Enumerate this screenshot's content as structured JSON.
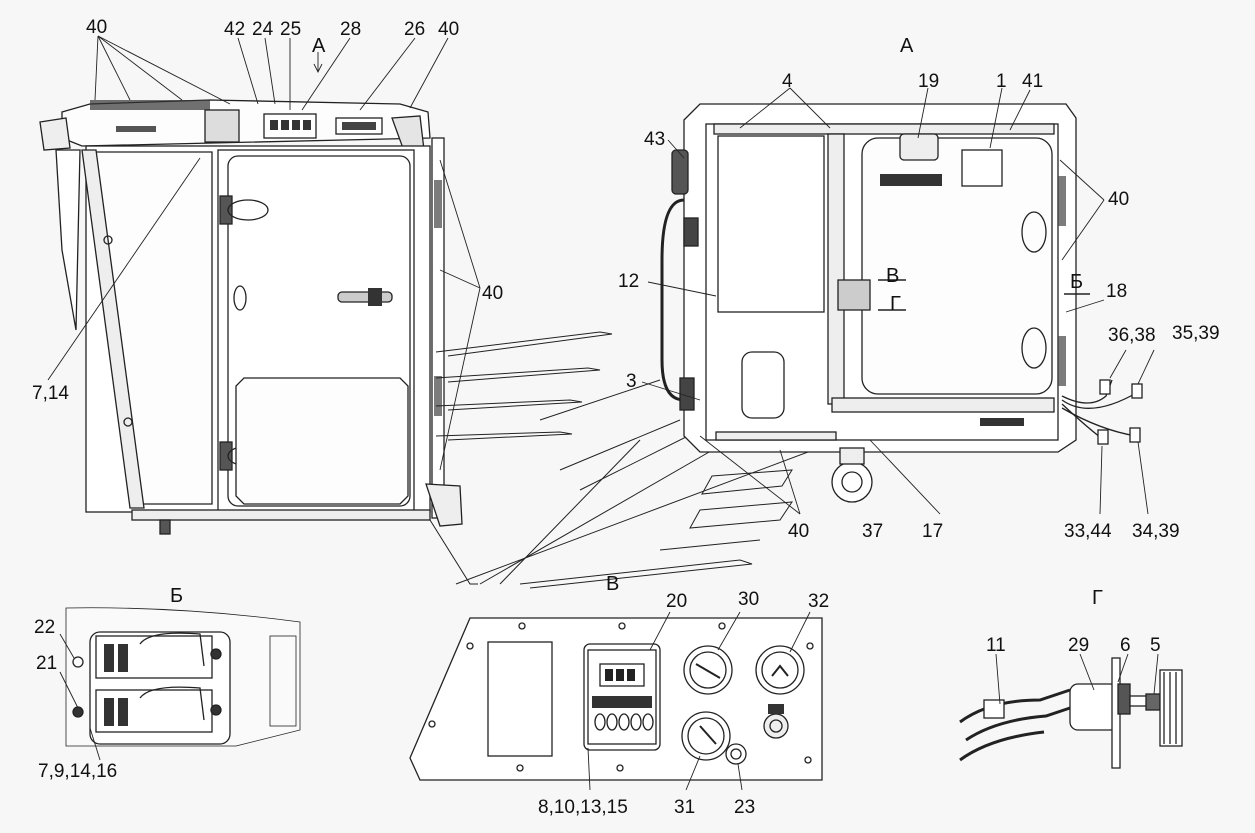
{
  "diagram": {
    "view_labels": {
      "view_a_arrow": "А",
      "view_a": "А",
      "view_b": "Б",
      "view_v": "В",
      "view_g": "Г",
      "section_b": "Б",
      "section_v": "В",
      "section_g": "Г"
    },
    "side_view": {
      "callouts": [
        "40",
        "42",
        "24",
        "25",
        "28",
        "26",
        "40",
        "40",
        "7,14"
      ]
    },
    "top_view": {
      "callouts": [
        "4",
        "19",
        "1",
        "41",
        "43",
        "40",
        "12",
        "18",
        "36,38",
        "35,39",
        "3",
        "40",
        "37",
        "17",
        "33,44",
        "34,39"
      ]
    },
    "detail_b": {
      "callouts": [
        "22",
        "21",
        "7,9,14,16"
      ]
    },
    "detail_v": {
      "callouts": [
        "20",
        "30",
        "32",
        "8,10,13,15",
        "31",
        "23"
      ]
    },
    "detail_g": {
      "callouts": [
        "11",
        "29",
        "6",
        "5"
      ]
    }
  }
}
